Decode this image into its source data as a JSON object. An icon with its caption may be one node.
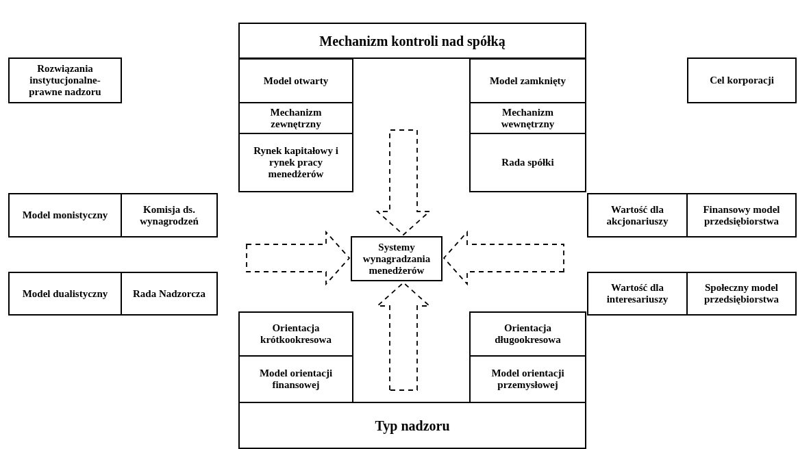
{
  "diagram": {
    "nodes": [
      {
        "text": [
          "Mechanizm kontroli nad spółką"
        ]
      },
      {
        "text": [
          "Rozwiązania instytucjonalne-prawne nadzoru"
        ]
      },
      {
        "text": [
          "Cel korporacji"
        ]
      },
      {
        "text": [
          "Model otwarty"
        ]
      },
      {
        "text": [
          "Model zamknięty"
        ]
      },
      {
        "text": [
          "Mechanizm zewnętrzny"
        ]
      },
      {
        "text": [
          "Mechanizm wewnętrzny"
        ]
      },
      {
        "text": [
          "Rynek kapitałowy i rynek pracy menedżerów"
        ]
      },
      {
        "text": [
          "Rada spółki"
        ]
      },
      {
        "text": [
          "Model monistyczny"
        ]
      },
      {
        "text": [
          "Komisja ds. wynagrodzeń"
        ]
      },
      {
        "text": [
          "Wartość dla akcjonariuszy"
        ]
      },
      {
        "text": [
          "Finansowy model przedsiębiorstwa"
        ]
      },
      {
        "text": [
          "Systemy wynagradzania menedżerów"
        ]
      },
      {
        "text": [
          "Model dualistyczny"
        ]
      },
      {
        "text": [
          "Rada Nadzorcza"
        ]
      },
      {
        "text": [
          "Wartość dla interesariuszy"
        ]
      },
      {
        "text": [
          "Społeczny model przedsiębiorstwa"
        ]
      },
      {
        "text": [
          "Orientacja krótkookresowa"
        ]
      },
      {
        "text": [
          "Orientacja długookresowa"
        ]
      },
      {
        "text": [
          "Model orientacji finansowej"
        ]
      },
      {
        "text": [
          "Model orientacji przemysłowej"
        ]
      },
      {
        "text": [
          "Typ nadzoru"
        ]
      }
    ],
    "edges": [
      {
        "from": null,
        "to": 13,
        "arrow": "to",
        "style": "dashed"
      },
      {
        "from": null,
        "to": 13,
        "arrow": "to",
        "style": "dashed"
      },
      {
        "from": null,
        "to": 13,
        "arrow": "to",
        "style": "dashed"
      },
      {
        "from": null,
        "to": 13,
        "arrow": "to",
        "style": "dashed"
      }
    ]
  }
}
